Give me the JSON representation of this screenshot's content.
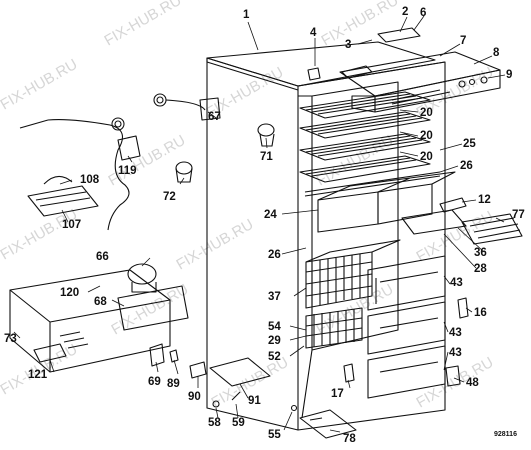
{
  "watermark": "FIX-HUB.RU",
  "reference": "928116",
  "parts": [
    {
      "id": "p1",
      "label": "1"
    },
    {
      "id": "p2",
      "label": "2"
    },
    {
      "id": "p3",
      "label": "3"
    },
    {
      "id": "p4",
      "label": "4"
    },
    {
      "id": "p6",
      "label": "6"
    },
    {
      "id": "p7",
      "label": "7"
    },
    {
      "id": "p8",
      "label": "8"
    },
    {
      "id": "p9",
      "label": "9"
    },
    {
      "id": "p20a",
      "label": "20"
    },
    {
      "id": "p20b",
      "label": "20"
    },
    {
      "id": "p20c",
      "label": "20"
    },
    {
      "id": "p25",
      "label": "25"
    },
    {
      "id": "p26a",
      "label": "26"
    },
    {
      "id": "p26b",
      "label": "26"
    },
    {
      "id": "p67",
      "label": "67"
    },
    {
      "id": "p71",
      "label": "71"
    },
    {
      "id": "p119",
      "label": "119"
    },
    {
      "id": "p108",
      "label": "108"
    },
    {
      "id": "p72",
      "label": "72"
    },
    {
      "id": "p107",
      "label": "107"
    },
    {
      "id": "p12",
      "label": "12"
    },
    {
      "id": "p24",
      "label": "24"
    },
    {
      "id": "p77",
      "label": "77"
    },
    {
      "id": "p36",
      "label": "36"
    },
    {
      "id": "p28",
      "label": "28"
    },
    {
      "id": "p66",
      "label": "66"
    },
    {
      "id": "p43a",
      "label": "43"
    },
    {
      "id": "p43b",
      "label": "43"
    },
    {
      "id": "p43c",
      "label": "43"
    },
    {
      "id": "p37",
      "label": "37"
    },
    {
      "id": "p120",
      "label": "120"
    },
    {
      "id": "p68",
      "label": "68"
    },
    {
      "id": "p16",
      "label": "16"
    },
    {
      "id": "p73",
      "label": "73"
    },
    {
      "id": "p54",
      "label": "54"
    },
    {
      "id": "p29",
      "label": "29"
    },
    {
      "id": "p52",
      "label": "52"
    },
    {
      "id": "p121",
      "label": "121"
    },
    {
      "id": "p69",
      "label": "69"
    },
    {
      "id": "p89",
      "label": "89"
    },
    {
      "id": "p90",
      "label": "90"
    },
    {
      "id": "p91",
      "label": "91"
    },
    {
      "id": "p17",
      "label": "17"
    },
    {
      "id": "p48",
      "label": "48"
    },
    {
      "id": "p58",
      "label": "58"
    },
    {
      "id": "p59",
      "label": "59"
    },
    {
      "id": "p55",
      "label": "55"
    },
    {
      "id": "p78",
      "label": "78"
    }
  ]
}
